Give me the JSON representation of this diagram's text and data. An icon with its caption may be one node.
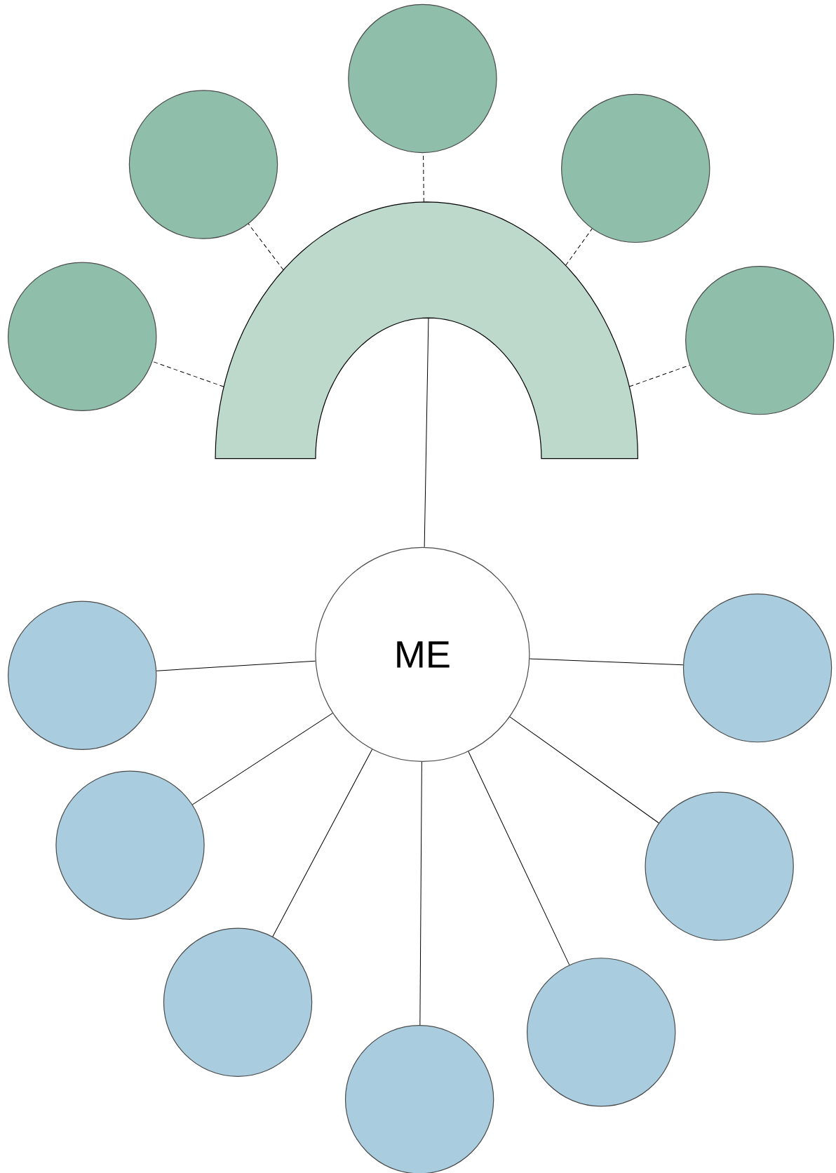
{
  "diagram": {
    "nodes": [
      {
        "text": [],
        "shape": "arch"
      },
      {
        "text": [],
        "shape": "circle"
      },
      {
        "text": [],
        "shape": "circle"
      },
      {
        "text": [],
        "shape": "circle"
      },
      {
        "text": [],
        "shape": "circle"
      },
      {
        "text": [],
        "shape": "circle"
      },
      {
        "text": [
          "ME"
        ]
      },
      {
        "text": [],
        "shape": "circle"
      },
      {
        "text": [],
        "shape": "circle"
      },
      {
        "text": [],
        "shape": "circle"
      },
      {
        "text": [],
        "shape": "circle"
      },
      {
        "text": [],
        "shape": "circle"
      },
      {
        "text": [],
        "shape": "circle"
      },
      {
        "text": [],
        "shape": "circle"
      }
    ],
    "edges": [
      {
        "from": 0,
        "to": 1,
        "arrow": "none",
        "style": "dashed"
      },
      {
        "from": 0,
        "to": 2,
        "arrow": "none",
        "style": "dashed"
      },
      {
        "from": 0,
        "to": 3,
        "arrow": "none",
        "style": "dashed"
      },
      {
        "from": 0,
        "to": 4,
        "arrow": "none",
        "style": "dashed"
      },
      {
        "from": 0,
        "to": 5,
        "arrow": "none",
        "style": "dashed"
      },
      {
        "from": 0,
        "to": 6,
        "arrow": "none"
      },
      {
        "from": 6,
        "to": 7,
        "arrow": "none"
      },
      {
        "from": 6,
        "to": 8,
        "arrow": "none"
      },
      {
        "from": 6,
        "to": 9,
        "arrow": "none"
      },
      {
        "from": 6,
        "to": 10,
        "arrow": "none"
      },
      {
        "from": 6,
        "to": 11,
        "arrow": "none"
      },
      {
        "from": 6,
        "to": 12,
        "arrow": "none"
      },
      {
        "from": 6,
        "to": 13,
        "arrow": "none"
      }
    ]
  }
}
